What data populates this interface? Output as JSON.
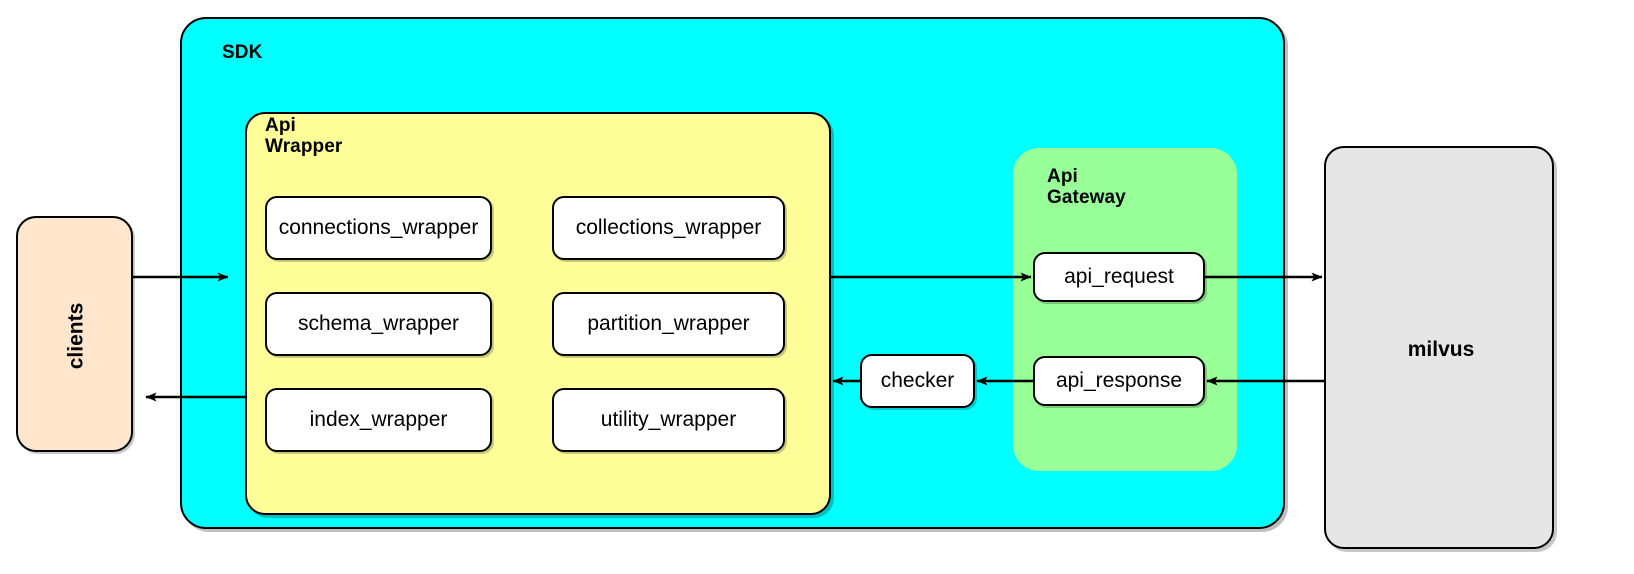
{
  "diagram": {
    "title_nodes": {
      "sdk": "SDK",
      "api_wrapper": "Api\nWrapper",
      "api_gateway": "Api\nGateway"
    },
    "external": {
      "clients": "clients",
      "milvus": "milvus"
    },
    "api_wrapper_modules": [
      {
        "id": "connections_wrapper",
        "label": "connections_wrapper"
      },
      {
        "id": "collections_wrapper",
        "label": "collections_wrapper"
      },
      {
        "id": "schema_wrapper",
        "label": "schema_wrapper"
      },
      {
        "id": "partition_wrapper",
        "label": "partition_wrapper"
      },
      {
        "id": "index_wrapper",
        "label": "index_wrapper"
      },
      {
        "id": "utility_wrapper",
        "label": "utility_wrapper"
      }
    ],
    "api_gateway_modules": [
      {
        "id": "api_request",
        "label": "api_request"
      },
      {
        "id": "api_response",
        "label": "api_response"
      }
    ],
    "middleware": {
      "checker": "checker"
    },
    "colors": {
      "sdk_fill": "#00ffff",
      "api_wrapper_fill": "#ffff99",
      "api_gateway_fill": "#99ff99",
      "clients_fill": "#ffe6cc",
      "milvus_fill": "#e6e6e6",
      "node_fill": "#ffffff",
      "stroke": "#000000",
      "background": "#ffffff"
    },
    "edges": [
      {
        "id": "clients-to-sdk",
        "from": "clients",
        "to": "api_wrapper",
        "direction": "right"
      },
      {
        "id": "sdk-to-clients",
        "from": "api_wrapper",
        "to": "clients",
        "direction": "left"
      },
      {
        "id": "api-wrapper-to-gateway",
        "from": "api_wrapper",
        "to": "api_request",
        "direction": "right"
      },
      {
        "id": "api-request-to-milvus",
        "from": "api_request",
        "to": "milvus",
        "direction": "right"
      },
      {
        "id": "milvus-to-api-response",
        "from": "milvus",
        "to": "api_response",
        "direction": "left"
      },
      {
        "id": "api-response-to-checker",
        "from": "api_response",
        "to": "checker",
        "direction": "left"
      },
      {
        "id": "checker-to-api-wrapper",
        "from": "checker",
        "to": "api_wrapper",
        "direction": "left"
      }
    ]
  }
}
